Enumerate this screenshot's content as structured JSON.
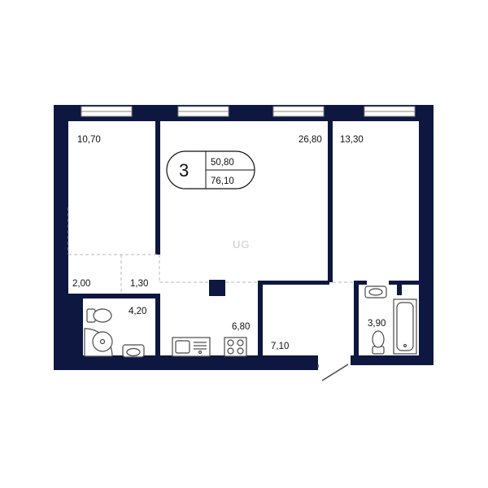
{
  "colors": {
    "wall": "#0d1740",
    "fixture": "#4a4a4a",
    "dashed": "#b8b8b8",
    "window": "#8a8a8a",
    "background": "#ffffff"
  },
  "badge": {
    "rooms": "3",
    "living_area": "50,80",
    "total_area": "76,10"
  },
  "rooms": {
    "bedroom_left": "10,70",
    "living_room": "26,80",
    "bedroom_right": "13,30",
    "wardrobe": "2,00",
    "closet": "1,30",
    "bathroom_left": "4,20",
    "kitchen": "6,80",
    "hallway": "7,10",
    "bathroom_right": "3,90"
  },
  "watermark": "UG"
}
